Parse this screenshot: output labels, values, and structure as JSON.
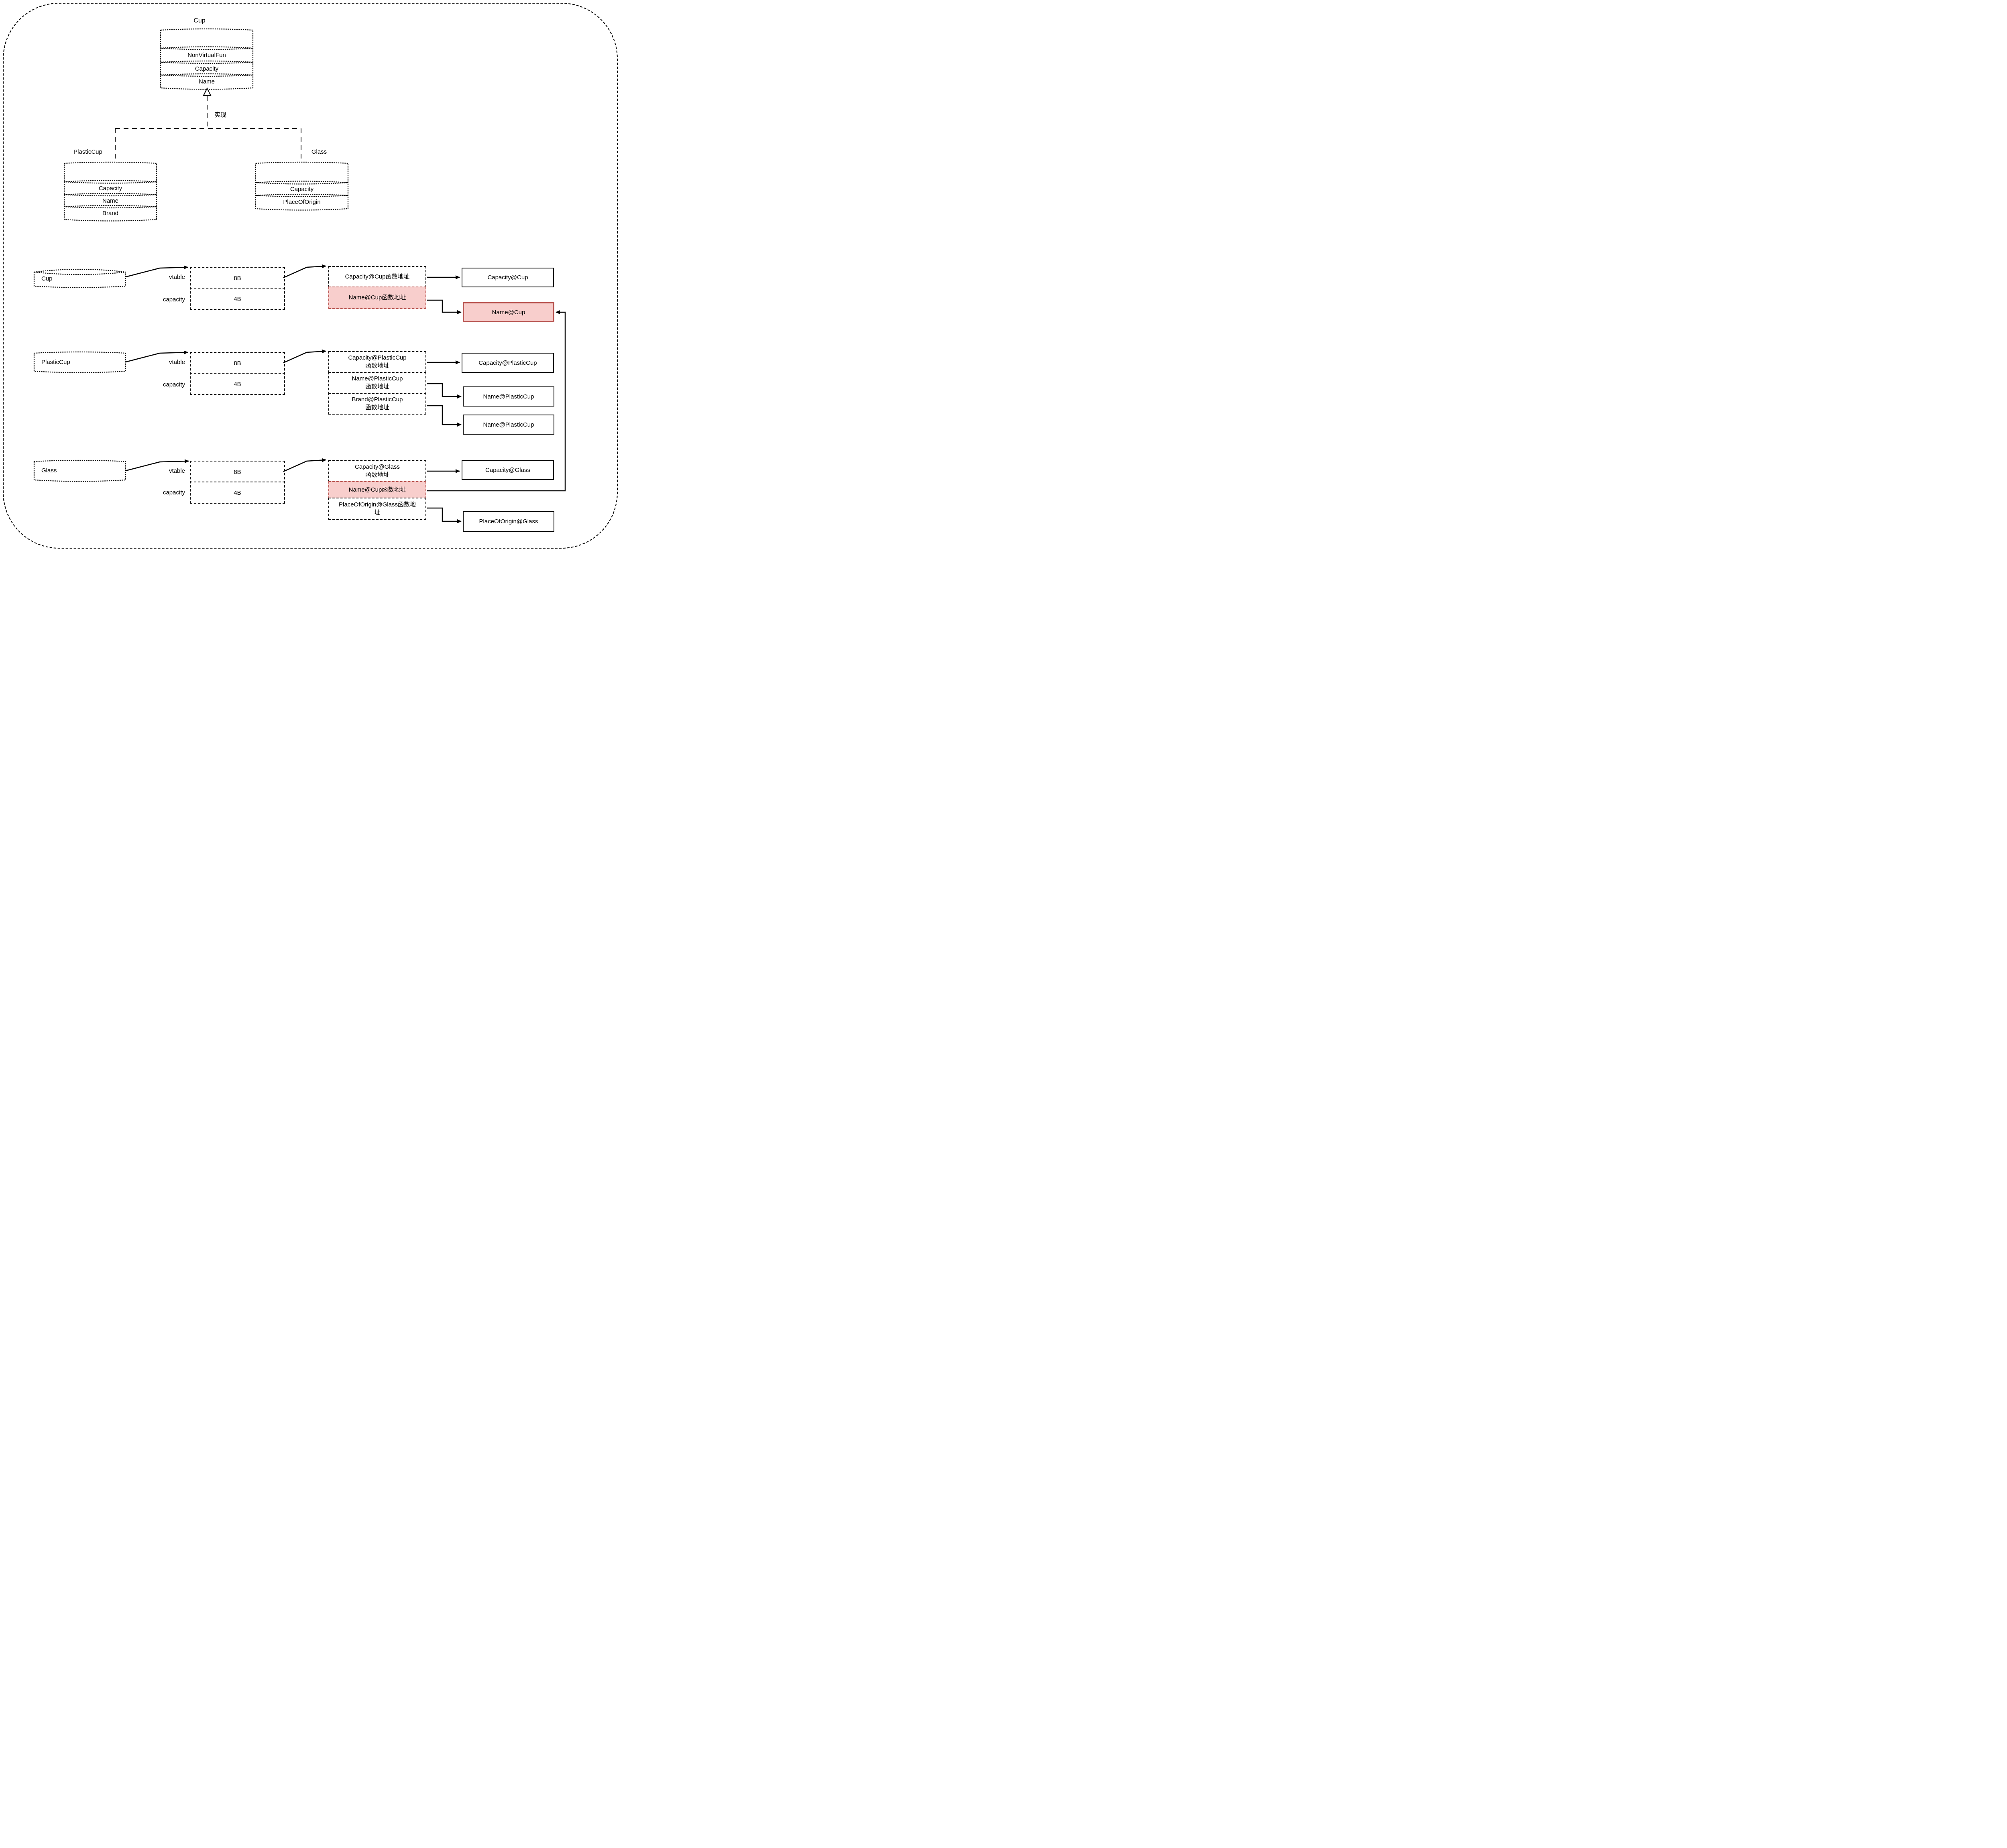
{
  "colors": {
    "stroke": "#000000",
    "highlight_fill": "#f8cecc",
    "highlight_stroke": "#b85450",
    "background": "#ffffff"
  },
  "class_diagram": {
    "realize_label": "实现",
    "cup": {
      "title": "Cup",
      "fields": [
        "NonVirtualFun",
        "Capacity",
        "Name"
      ]
    },
    "plastic_cup": {
      "title": "PlasticCup",
      "fields": [
        "Capacity",
        "Name",
        "Brand"
      ]
    },
    "glass": {
      "title": "Glass",
      "fields": [
        "Capacity",
        "PlaceOfOrigin"
      ]
    }
  },
  "memory_layout": {
    "pointer_label": "vtable",
    "member_label": "capacity",
    "pointer_size": "8B",
    "member_size": "4B",
    "rows": [
      {
        "object": "Cup",
        "vtable_entries": [
          {
            "text": "Capacity@Cup函数地址",
            "highlight": false
          },
          {
            "text": "Name@Cup函数地址",
            "highlight": true
          }
        ],
        "functions": [
          {
            "text": "Capacity@Cup",
            "highlight": false
          },
          {
            "text": "Name@Cup",
            "highlight": true
          }
        ]
      },
      {
        "object": "PlasticCup",
        "vtable_entries": [
          {
            "text": "Capacity@PlasticCup\n函数地址",
            "highlight": false
          },
          {
            "text": "Name@PlasticCup\n函数地址",
            "highlight": false
          },
          {
            "text": "Brand@PlasticCup\n函数地址",
            "highlight": false
          }
        ],
        "functions": [
          {
            "text": "Capacity@PlasticCup",
            "highlight": false
          },
          {
            "text": "Name@PlasticCup",
            "highlight": false
          },
          {
            "text": "Name@PlasticCup",
            "highlight": false
          }
        ]
      },
      {
        "object": "Glass",
        "vtable_entries": [
          {
            "text": "Capacity@Glass\n函数地址",
            "highlight": false
          },
          {
            "text": "Name@Cup函数地址",
            "highlight": true
          },
          {
            "text": "PlaceOfOrigin@Glass函数地\n址",
            "highlight": false
          }
        ],
        "functions": [
          {
            "text": "Capacity@Glass",
            "highlight": false
          },
          {
            "text": "PlaceOfOrigin@Glass",
            "highlight": false
          }
        ]
      }
    ]
  }
}
